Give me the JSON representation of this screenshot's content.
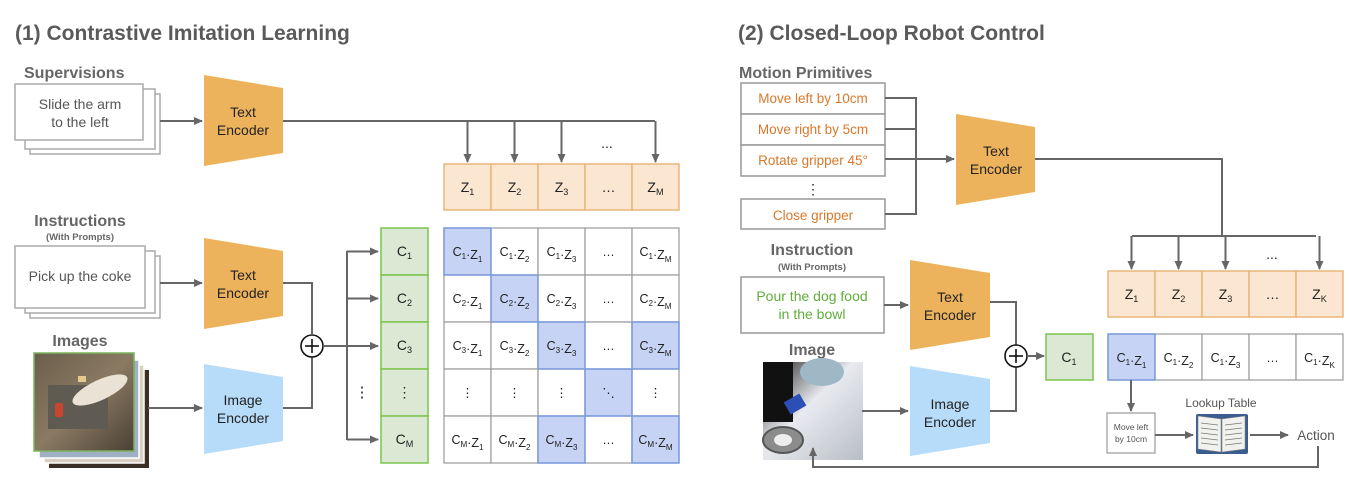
{
  "colors": {
    "text_encoder": "#ecb35c",
    "image_encoder": "#b7dcf9",
    "z_cell_fill": "#fbe6d2",
    "z_cell_stroke": "#eab67a",
    "c_cell_fill": "#dbe8d3",
    "c_cell_stroke": "#7cc44e",
    "highlight_fill": "#c7d3f4",
    "highlight_stroke": "#7c9ce0",
    "line": "#666666",
    "primitive_text": "#d9782a",
    "instruction_text": "#5fae3a"
  },
  "left": {
    "title": "(1) Contrastive Imitation Learning",
    "supervisions": {
      "label": "Supervisions",
      "text_line1": "Slide the arm",
      "text_line2": "to the left"
    },
    "text_encoder_top": {
      "line1": "Text",
      "line2": "Encoder"
    },
    "instructions": {
      "label": "Instructions",
      "sublabel": "(With Prompts)",
      "text": "Pick up the coke"
    },
    "text_encoder_mid": {
      "line1": "Text",
      "line2": "Encoder"
    },
    "images": {
      "label": "Images"
    },
    "image_encoder": {
      "line1": "Image",
      "line2": "Encoder"
    },
    "plus_symbol": "+",
    "arrow_ellipsis": "...",
    "z_row": [
      {
        "base": "Z",
        "sub": "1"
      },
      {
        "base": "Z",
        "sub": "2"
      },
      {
        "base": "Z",
        "sub": "3"
      },
      {
        "base": "…",
        "sub": ""
      },
      {
        "base": "Z",
        "sub": "M"
      }
    ],
    "c_column": [
      {
        "base": "C",
        "sub": "1"
      },
      {
        "base": "C",
        "sub": "2"
      },
      {
        "base": "C",
        "sub": "3"
      },
      {
        "base": "⋮",
        "sub": ""
      },
      {
        "base": "C",
        "sub": "M"
      }
    ],
    "c_column_side_dots": "⋮",
    "matrix": [
      [
        {
          "text": "C1·Z1",
          "hl": true
        },
        {
          "text": "C1·Z2",
          "hl": false
        },
        {
          "text": "C1·Z3",
          "hl": false
        },
        {
          "text": "…",
          "hl": false
        },
        {
          "text": "C1·ZM",
          "hl": false
        }
      ],
      [
        {
          "text": "C2·Z1",
          "hl": false
        },
        {
          "text": "C2·Z2",
          "hl": true
        },
        {
          "text": "C2·Z3",
          "hl": false
        },
        {
          "text": "…",
          "hl": false
        },
        {
          "text": "C2·ZM",
          "hl": false
        }
      ],
      [
        {
          "text": "C3·Z1",
          "hl": false
        },
        {
          "text": "C3·Z2",
          "hl": false
        },
        {
          "text": "C3·Z3",
          "hl": true
        },
        {
          "text": "…",
          "hl": false
        },
        {
          "text": "C3·ZM",
          "hl": true
        }
      ],
      [
        {
          "text": "⋮",
          "hl": false
        },
        {
          "text": "⋮",
          "hl": false
        },
        {
          "text": "⋮",
          "hl": false
        },
        {
          "text": "⋱",
          "hl": true
        },
        {
          "text": "⋮",
          "hl": false
        }
      ],
      [
        {
          "text": "CM·Z1",
          "hl": false
        },
        {
          "text": "CM·Z2",
          "hl": false
        },
        {
          "text": "CM·Z3",
          "hl": true
        },
        {
          "text": "…",
          "hl": false
        },
        {
          "text": "CM·ZM",
          "hl": true
        }
      ]
    ]
  },
  "right": {
    "title": "(2) Closed-Loop Robot Control",
    "motion_primitives": {
      "label": "Motion Primitives",
      "items": [
        "Move left by 10cm",
        "Move right by 5cm",
        "Rotate gripper 45°"
      ],
      "dots": "⋮",
      "last_item": "Close gripper"
    },
    "text_encoder_top": {
      "line1": "Text",
      "line2": "Encoder"
    },
    "instruction": {
      "label": "Instruction",
      "sublabel": "(With Prompts)",
      "text_line1": "Pour the dog food",
      "text_line2": "in the bowl"
    },
    "text_encoder_mid": {
      "line1": "Text",
      "line2": "Encoder"
    },
    "image": {
      "label": "Image"
    },
    "image_encoder": {
      "line1": "Image",
      "line2": "Encoder"
    },
    "plus_symbol": "+",
    "c_cell": {
      "base": "C",
      "sub": "1"
    },
    "arrow_ellipsis": "...",
    "z_row": [
      {
        "base": "Z",
        "sub": "1"
      },
      {
        "base": "Z",
        "sub": "2"
      },
      {
        "base": "Z",
        "sub": "3"
      },
      {
        "base": "…",
        "sub": ""
      },
      {
        "base": "Z",
        "sub": "K"
      }
    ],
    "score_row": [
      {
        "text": "C1·Z1",
        "hl": true
      },
      {
        "text": "C1·Z2",
        "hl": false
      },
      {
        "text": "C1·Z3",
        "hl": false
      },
      {
        "text": "…",
        "hl": false
      },
      {
        "text": "C1·ZK",
        "hl": false
      }
    ],
    "selected_primitive": {
      "line1": "Move left",
      "line2": "by 10cm"
    },
    "lookup_table_label": "Lookup Table",
    "action_label": "Action"
  }
}
